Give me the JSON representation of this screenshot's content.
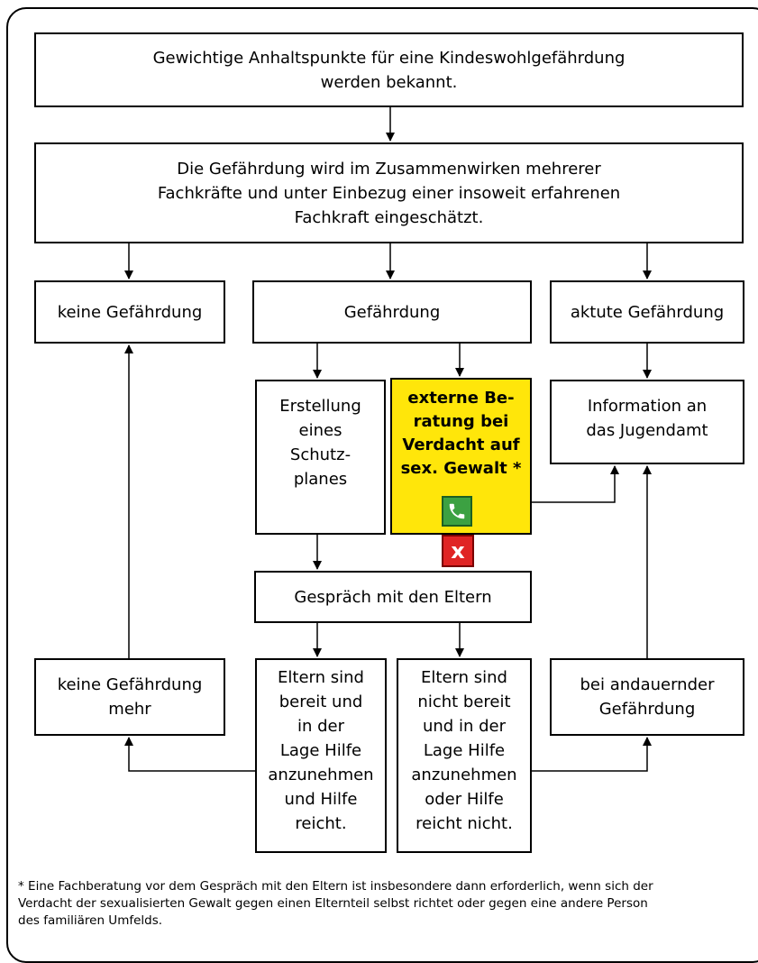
{
  "boxes": {
    "top": "Gewichtige Anhaltspunkte für eine Kindeswohlgefährdung\nwerden bekannt.",
    "assess": "Die Gefährdung wird im Zusammenwirken mehrerer\nFachkräfte und unter Einbezug einer insoweit erfahrenen\nFachkraft eingeschätzt.",
    "none": "keine Gefährdung",
    "danger": "Gefährdung",
    "acute": "aktute Gefährdung",
    "plan": "Erstellung\neines\nSchutz-\nplanes",
    "external": "externe Be-\nratung bei\nVerdacht auf\nsex. Gewalt *",
    "youth_office": "Information an\ndas Jugendamt",
    "parents_talk": "Gespräch mit den Eltern",
    "no_more": "keine Gefährdung\nmehr",
    "willing": "Eltern sind\nbereit und\nin der\nLage Hilfe\nanzunehmen\nund Hilfe\nreicht.",
    "not_willing": "Eltern sind\nnicht bereit\nund in der\nLage Hilfe\nanzunehmen\noder Hilfe\nreicht nicht.",
    "ongoing": "bei andauernder\nGefährdung"
  },
  "icons": {
    "phone": "phone-icon",
    "close": "x-icon",
    "x_glyph": "x"
  },
  "colors": {
    "highlight": "#ffe60a",
    "phone": "#3ca142",
    "close": "#e02424"
  },
  "footnote": "* Eine Fachberatung vor dem Gespräch mit den Eltern ist insbesondere dann erforderlich, wenn sich der\n   Verdacht der sexualisierten Gewalt gegen einen Elternteil selbst richtet oder gegen eine andere Person\n   des familiären Umfelds."
}
